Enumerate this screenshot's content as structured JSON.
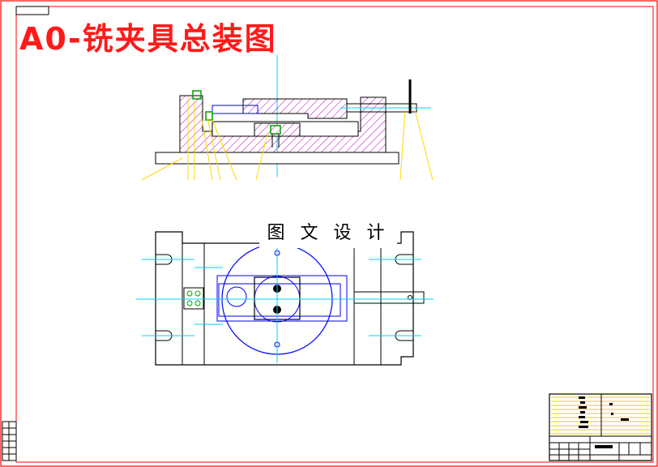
{
  "drawing": {
    "title": "A0-铣夹具总装图",
    "watermark": "图 文 设 计"
  },
  "colors": {
    "frame": "#ff0000",
    "outline": "#000000",
    "hatch": "#c000c0",
    "centerline": "#00d0ff",
    "blue_part": "#0000ff",
    "leader": "#ffd700",
    "green_part": "#00a000",
    "title_block_yellow": "#e6d200"
  },
  "icons": [
    "hatch-pattern",
    "screw-symbol",
    "center-mark"
  ]
}
